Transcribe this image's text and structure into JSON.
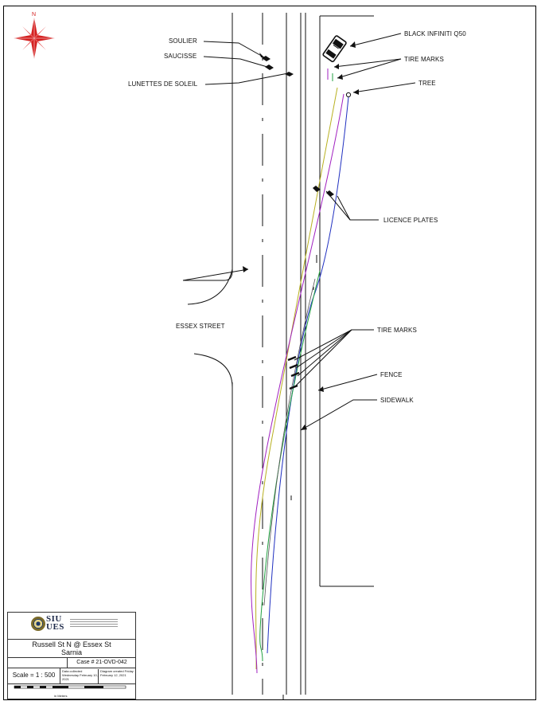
{
  "labels": {
    "compass_north": "N",
    "soulier": "SOULIER",
    "saucisse": "SAUCISSE",
    "lunettes": "LUNETTES DE SOLEIL",
    "vehicle": "BLACK INFINITI Q50",
    "tire_marks_top": "TIRE MARKS",
    "tree": "TREE",
    "licence_plates": "LICENCE PLATES",
    "street": "ESSEX STREET",
    "tire_marks_mid": "TIRE MARKS",
    "fence": "FENCE",
    "sidewalk": "SIDEWALK"
  },
  "title_block": {
    "logo_top": "SIU",
    "logo_bottom": "UES",
    "location_line1": "Russell St N @ Essex St",
    "location_line2": "Sarnia",
    "case_number": "Case # 21-OVD-042",
    "scale": "Scale = 1 : 500",
    "data_collected": "Data collected Wednesday February 10, 2021",
    "diagram_created": "Diagram created Friday February 12, 2021",
    "scalebar_unit": "in Meters"
  },
  "colors": {
    "tire_yellow": "#b8b020",
    "tire_purple": "#a020c0",
    "tire_blue": "#2030c0",
    "tire_green": "#20a040",
    "compass_red": "#d42020"
  }
}
